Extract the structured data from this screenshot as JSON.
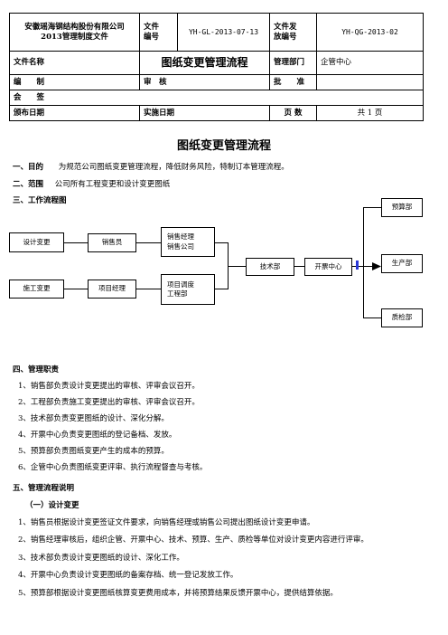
{
  "header": {
    "company": "安徽瑶海钢结构股份有限公司",
    "doc_series": "2013管理制度文件",
    "file_no_label_1": "文件",
    "file_no_label_2": "编号",
    "file_no": "YH-GL-2013-07-13",
    "issue_no_label_1": "文件发",
    "issue_no_label_2": "放编号",
    "issue_no": "YH-QG-2013-02",
    "file_name_label": "文件名称",
    "file_name": "图纸变更管理流程",
    "dept_label": "管理部门",
    "dept": "企管中心",
    "compile_label": "编　　制",
    "review_label": "审　核",
    "approve_label": "批　　准",
    "sign_label": "会　　签",
    "issue_date_label": "颁布日期",
    "effective_date_label": "实施日期",
    "pages_label": "页 数",
    "pages": "共 1 页"
  },
  "doc_title": "图纸变更管理流程",
  "s1": {
    "title": "一、目的",
    "text": "为规范公司图纸变更管理流程，降低财务风险，特制订本管理流程。"
  },
  "s2": {
    "title": "二、范围",
    "text": "公司所有工程变更和设计变更图纸"
  },
  "s3": {
    "title": "三、工作流程图"
  },
  "flow": {
    "design_change": "设计变更",
    "sales_staff": "销售员",
    "sales_manager": "销售经理",
    "sales_company": "销售公司",
    "construction_change": "施工变更",
    "project_manager": "项目经理",
    "project_dispatch": "项目调度",
    "engineering_dept": "工程部",
    "tech_dept": "技术部",
    "ticket_center": "开票中心",
    "budget_dept": "预算部",
    "production_dept": "生产部",
    "qc_dept": "质检部"
  },
  "s4": {
    "title": "四、管理职责",
    "items": [
      "1、销售部负责设计变更提出的审核、评审会议召开。",
      "2、工程部负责施工变更提出的审核、评审会议召开。",
      "3、技术部负责变更图纸的设计、深化分解。",
      "4、开票中心负责变更图纸的登记备档、发放。",
      "5、预算部负责图纸变更产生的成本的预算。",
      "6、企管中心负责图纸变更评审、执行流程督查与考核。"
    ]
  },
  "s5": {
    "title": "五、管理流程说明",
    "sub": "（一）设计变更",
    "items": [
      "1、销售员根据设计变更签证文件要求，向销售经理或销售公司提出图纸设计变更申请。",
      "2、销售经理审核后，组织企管、开票中心、技术、预算、生产、质检等单位对设计变更内容进行评审。",
      "3、技术部负责设计变更图纸的设计、深化工作。",
      "4、开票中心负责设计变更图纸的备案存档、统一登记发放工作。",
      "5、预算部根据设计变更图纸核算变更费用成本，并将预算结果反馈开票中心，提供结算依据。"
    ]
  }
}
